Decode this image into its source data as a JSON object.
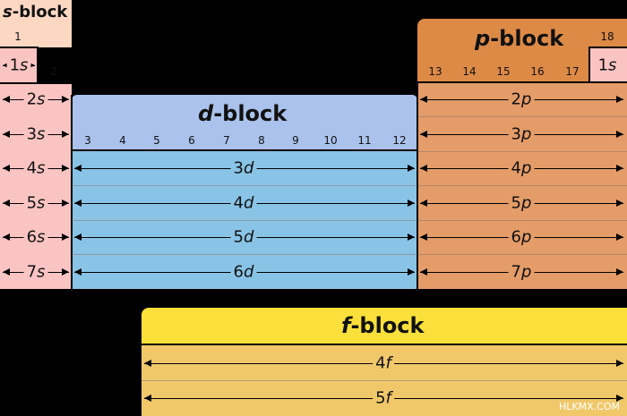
{
  "blocks": {
    "s": {
      "title_letter": "s",
      "title_suffix": "-block",
      "groups": [
        "1",
        "2"
      ],
      "rows": [
        "1s",
        "2s",
        "3s",
        "4s",
        "5s",
        "6s",
        "7s"
      ]
    },
    "p": {
      "title_letter": "p",
      "title_suffix": "-block",
      "group_18": "18",
      "helium": "1s",
      "groups": [
        "13",
        "14",
        "15",
        "16",
        "17"
      ],
      "rows": [
        "2p",
        "3p",
        "4p",
        "5p",
        "6p",
        "7p"
      ]
    },
    "d": {
      "title_letter": "d",
      "title_suffix": "-block",
      "groups": [
        "3",
        "4",
        "5",
        "6",
        "7",
        "8",
        "9",
        "10",
        "11",
        "12"
      ],
      "rows": [
        "3d",
        "4d",
        "5d",
        "6d"
      ]
    },
    "f": {
      "title_letter": "f",
      "title_suffix": "-block",
      "rows": [
        "4f",
        "5f"
      ]
    }
  },
  "colors": {
    "s_header": "#fcd7c2",
    "s_body": "#f9c4c2",
    "p_header": "#de8a47",
    "p_body": "#e49c68",
    "d_header": "#aac2ec",
    "d_body": "#89c4e6",
    "f_header": "#fbe03b",
    "f_body": "#f0c86a"
  },
  "watermark": "HLKMX.COM"
}
